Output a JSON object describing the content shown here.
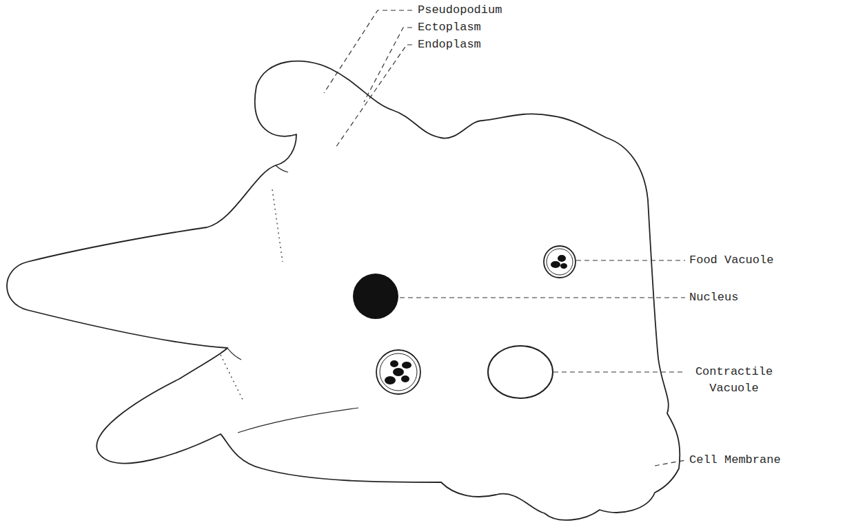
{
  "diagram": {
    "labels": [
      "Pseudopodium",
      "Ectoplasm",
      "Endoplasm",
      "Food Vacuole",
      "Nucleus",
      "Contractile Vacuole",
      "Cell Membrane"
    ]
  }
}
